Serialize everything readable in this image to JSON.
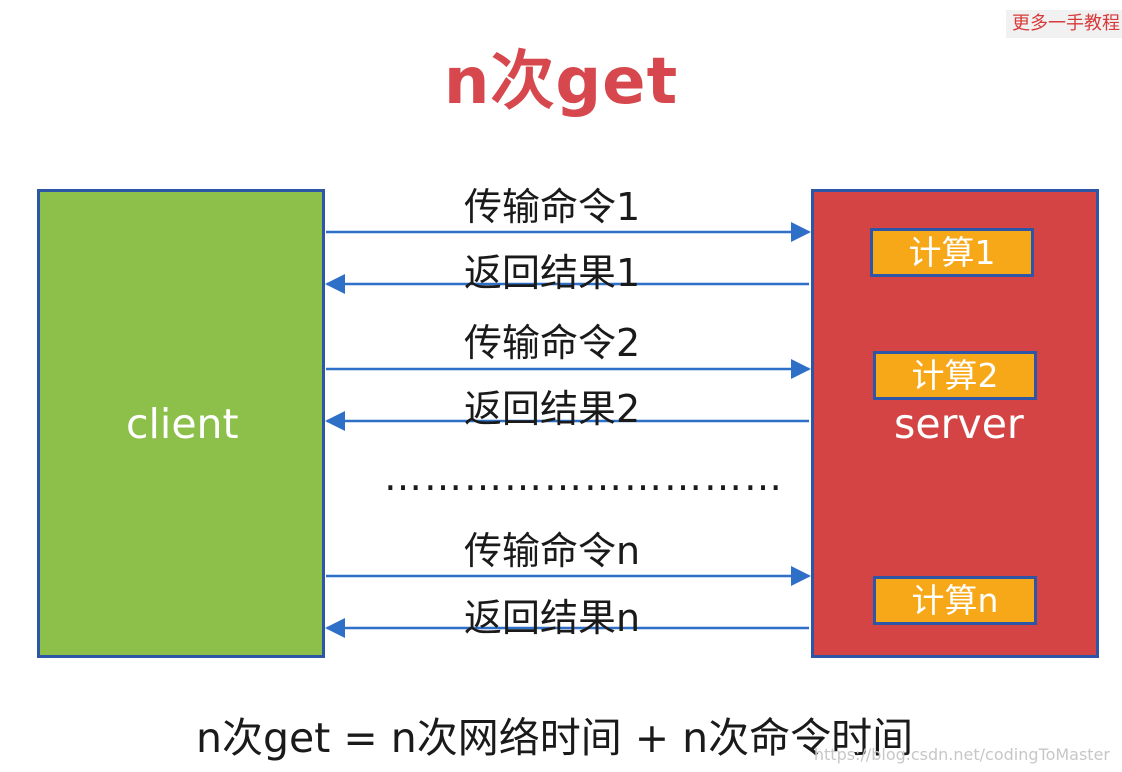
{
  "header": {
    "top_right_note": "更多一手教程",
    "title": "n次get"
  },
  "client": {
    "label": "client"
  },
  "server": {
    "label": "server",
    "compute_items": [
      "计算1",
      "计算2",
      "计算n"
    ]
  },
  "messages": {
    "send_1": "传输命令1",
    "return_1": "返回结果1",
    "send_2": "传输命令2",
    "return_2": "返回结果2",
    "ellipsis": "…………………………",
    "send_n": "传输命令n",
    "return_n": "返回结果n"
  },
  "formula": "n次get = n次网络时间 + n次命令时间",
  "watermark": "https://blog.csdn.net/codingToMaster",
  "colors": {
    "title": "#d6484d",
    "client_fill": "#8dc04b",
    "server_fill": "#d44444",
    "compute_fill": "#f7a818",
    "border": "#2e56a7",
    "arrow": "#2e6fc7"
  }
}
